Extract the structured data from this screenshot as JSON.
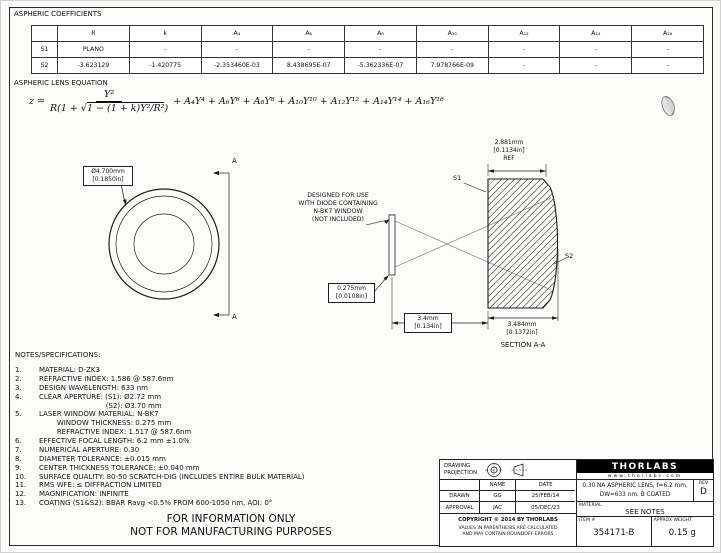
{
  "page": {
    "coefficients_title": "ASPHERIC COEFFICIENTS",
    "equation_title": "ASPHERIC LENS EQUATION"
  },
  "coeff_table": {
    "col_headers": [
      "R",
      "k",
      "A₄",
      "A₆",
      "A₈",
      "A₁₀",
      "A₁₂",
      "A₁₄",
      "A₁₆"
    ],
    "rows": [
      {
        "label": "S1",
        "cells": [
          "PLANO",
          "-",
          "-",
          "-",
          "-",
          "-",
          "-",
          "-",
          "-"
        ]
      },
      {
        "label": "S2",
        "cells": [
          "-3.623129",
          "-1.420775",
          "-2.353460E-03",
          "8.438695E-07",
          "-5.362336E-07",
          "7.978766E-09",
          "-",
          "-",
          "-"
        ]
      }
    ]
  },
  "equation": {
    "lhs": "z =",
    "numerator": "Y²",
    "den_pre": "R(1 + √",
    "den_rad": "1 − (1 + k)Y²/R²",
    "den_post": ")",
    "tail": "+ A₄Y⁴ + A₆Y⁶ + A₈Y⁸ + A₁₀Y¹⁰ + A₁₂Y¹² + A₁₄Y¹⁴ + A₁₆Y¹⁶"
  },
  "front_view": {
    "diameter_dim": "Ø4.700mm\n[0.1850in]",
    "section_label_top": "A",
    "section_label_bottom": "A"
  },
  "section_view": {
    "note": "DESIGNED FOR USE\nWITH DIODE CONTAINING\nN-BK7 WINDOW\n(NOT INCLUDED)",
    "window_dim": "0.275mm\n[0.0108in]",
    "top_dim": "2.881mm\n[0.1134in]\nREF",
    "gap_dim": "3.4mm\n[0.134in]",
    "ct_dim": "3.484mm\n[0.1372in]",
    "s1": "S1",
    "s2": "S2",
    "caption": "SECTION A-A"
  },
  "notes": {
    "title": "NOTES/SPECIFICATIONS:",
    "items": [
      {
        "num": "1.",
        "text": "MATERIAL: D-ZK3"
      },
      {
        "num": "2.",
        "text": "REFRACTIVE INDEX: 1.586 @ 587.6nm"
      },
      {
        "num": "3.",
        "text": "DESIGN WAVELENGTH: 633 nm"
      },
      {
        "num": "4.",
        "text": "CLEAR APERTURE: (S1): Ø2.72 mm\n                              (S2): Ø3.70 mm"
      },
      {
        "num": "5.",
        "text": "LASER WINDOW MATERIAL: N-BK7\n        WINDOW THICKNESS: 0.275 mm\n        REFRACTIVE INDEX: 1.517 @ 587.6nm"
      },
      {
        "num": "6.",
        "text": "EFFECTIVE FOCAL LENGTH: 6.2 mm ±1.0%"
      },
      {
        "num": "7.",
        "text": "NUMERICAL APERTURE: 0.30"
      },
      {
        "num": "8.",
        "text": "DIAMETER TOLERANCE: ±0.015 mm"
      },
      {
        "num": "9.",
        "text": "CENTER THICKNESS TOLERANCE: ±0.040 mm"
      },
      {
        "num": "10.",
        "text": "SURFACE QUALITY: 80-50 SCRATCH-DIG (INCLUDES ENTIRE BULK MATERIAL)"
      },
      {
        "num": "11.",
        "text": "RMS WFE: ≤ DIFFRACTION LIMITED"
      },
      {
        "num": "12.",
        "text": "MAGNIFICATION: INFINITE"
      },
      {
        "num": "13.",
        "text": "COATING (S1&S2): BBAR Ravg <0.5% FROM 600-1050 nm, AOI: 0°"
      }
    ]
  },
  "watermark": {
    "line1": "FOR INFORMATION ONLY",
    "line2": "NOT FOR MANUFACTURING PURPOSES"
  },
  "title_block": {
    "projection_label": "DRAWING\nPROJECTION",
    "logo": "THORLABS",
    "url": "www.thorlabs.com",
    "name_header": "NAME",
    "date_header": "DATE",
    "drawn_label": "DRAWN",
    "drawn_name": "GG",
    "drawn_date": "25/FEB/14",
    "approval_label": "APPROVAL",
    "approval_name": "JAC",
    "approval_date": "05/DEC/23",
    "copyright": "COPYRIGHT © 2014 BY THORLABS",
    "disclaimer": "VALUES IN PARENTHESIS ARE CALCULATED\nAND MAY CONTAIN ROUNDOFF ERRORS",
    "title": "0.30 NA ASPHERIC LENS, f=6.2 mm,\nDW=633 nm, B COATED",
    "material_label": "MATERIAL",
    "material_value": "SEE NOTES",
    "rev_label": "REV",
    "rev_value": "D",
    "item_label": "ITEM #",
    "item_value": "354171-B",
    "weight_label": "APPROX WEIGHT",
    "weight_value": "0.15 g"
  }
}
